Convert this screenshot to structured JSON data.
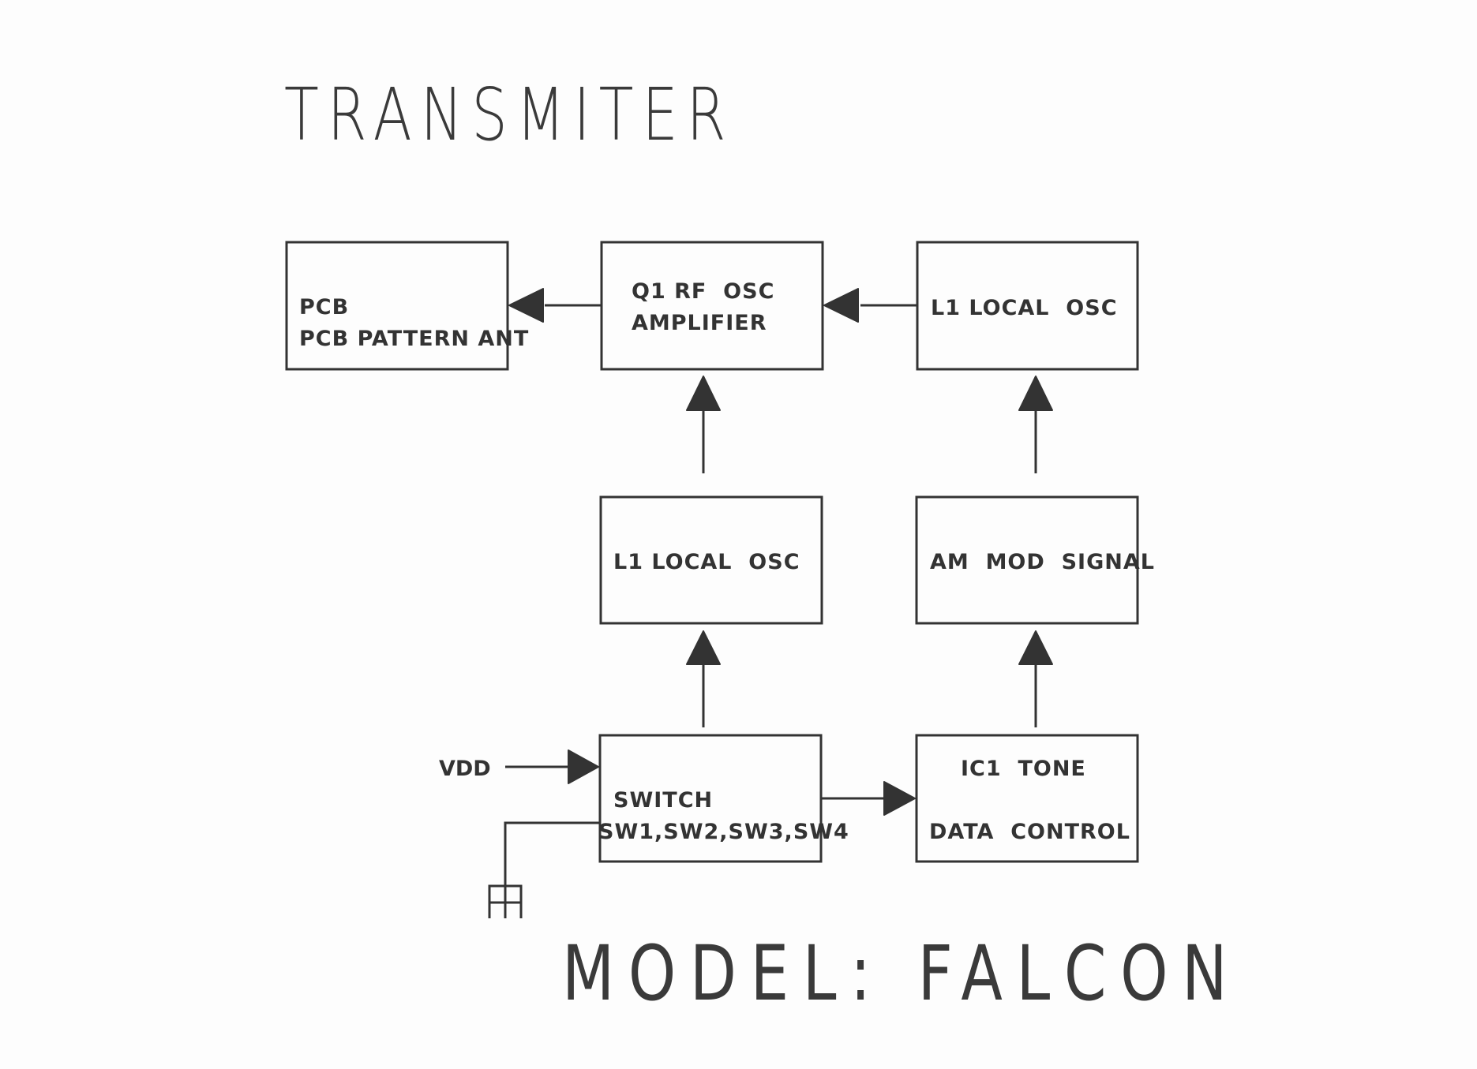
{
  "diagram": {
    "title": "TRANSMITER",
    "model_label": "MODEL: FALCON",
    "line_color": "#333333",
    "background_color": "#fdfdfd",
    "blocks": [
      {
        "id": "pcb-antenna",
        "lines": [
          "PCB",
          "PCB PATTERN ANT"
        ]
      },
      {
        "id": "rf-osc-amp",
        "lines": [
          "Q1 RF  OSC",
          "AMPLIFIER"
        ]
      },
      {
        "id": "local-osc-top",
        "lines": [
          "L1 LOCAL  OSC"
        ]
      },
      {
        "id": "local-osc-mid",
        "lines": [
          "L1 LOCAL  OSC"
        ]
      },
      {
        "id": "am-mod",
        "lines": [
          "AM  MOD  SIGNAL"
        ]
      },
      {
        "id": "switch",
        "lines": [
          "SWITCH",
          "SW1,SW2,SW3,SW4"
        ]
      },
      {
        "id": "tone-ic",
        "lines": [
          "IC1  TONE",
          "DATA  CONTROL"
        ]
      }
    ],
    "external_labels": {
      "vdd": "VDD"
    },
    "connections": [
      {
        "from": "rf-osc-amp",
        "to": "pcb-antenna"
      },
      {
        "from": "local-osc-top",
        "to": "rf-osc-amp"
      },
      {
        "from": "local-osc-mid",
        "to": "rf-osc-amp"
      },
      {
        "from": "am-mod",
        "to": "local-osc-top"
      },
      {
        "from": "switch",
        "to": "local-osc-mid"
      },
      {
        "from": "tone-ic",
        "to": "am-mod"
      },
      {
        "from": "switch",
        "to": "tone-ic"
      },
      {
        "from": "vdd",
        "to": "switch"
      },
      {
        "from": "switch",
        "to": "ground"
      }
    ]
  }
}
